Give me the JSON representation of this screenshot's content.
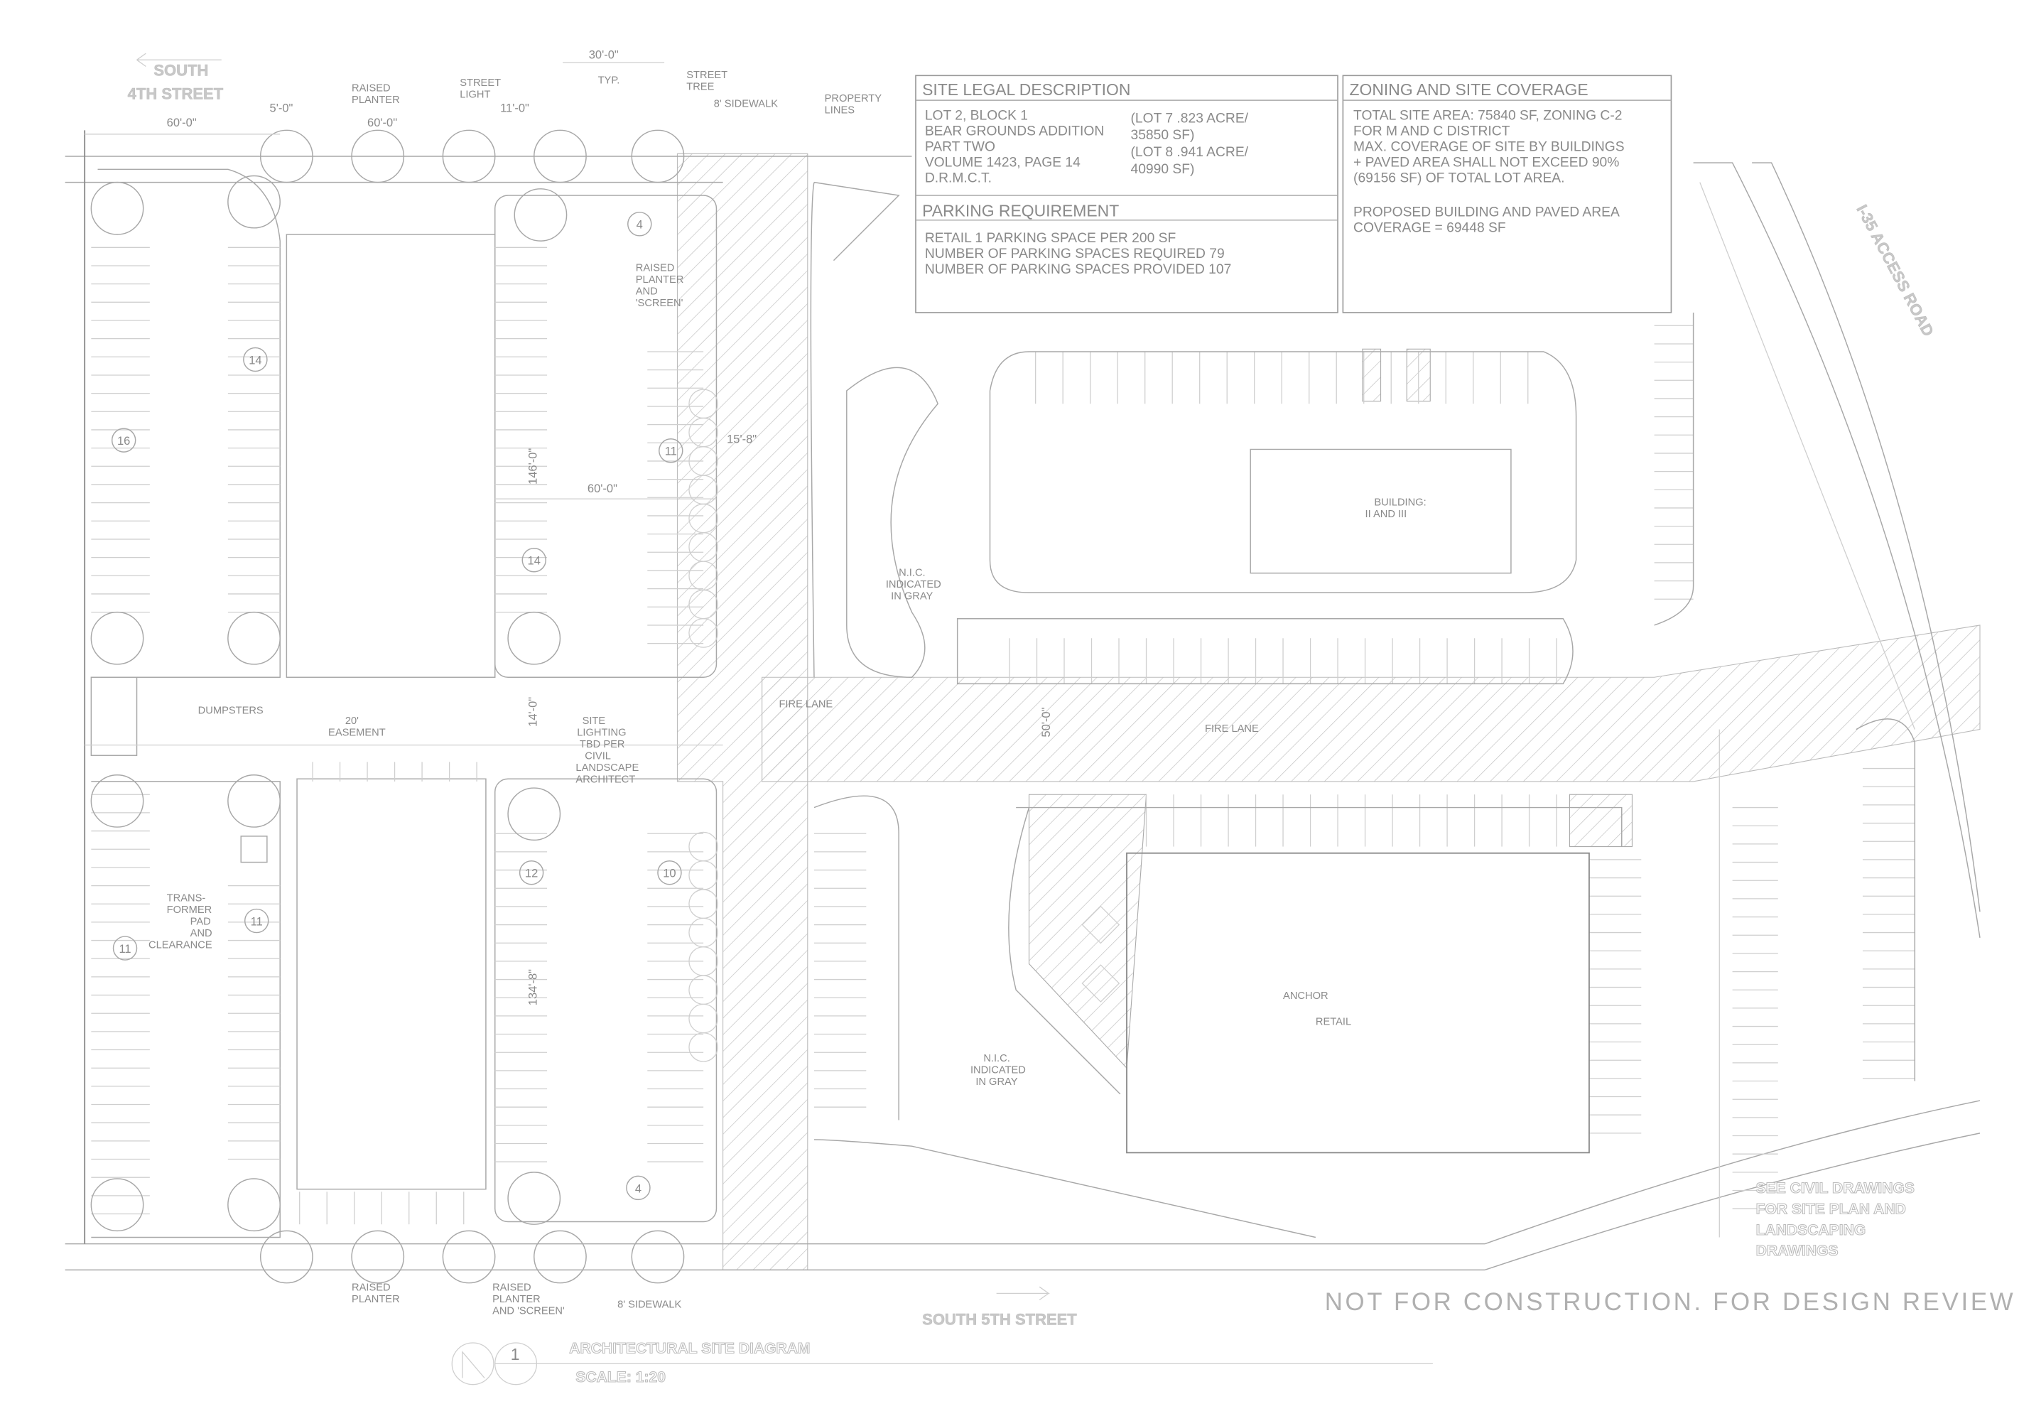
{
  "title_block": {
    "title": "ARCHITECTURAL SITE DIAGRAM",
    "scale": "SCALE: 1:20",
    "detail_number": "1"
  },
  "watermark": "NOT FOR CONSTRUCTION. FOR DESIGN REVIEW ONLY",
  "civil_note": [
    "SEE CIVIL DRAWINGS",
    "FOR SITE PLAN AND",
    "LANDSCAPING",
    "DRAWINGS"
  ],
  "streets": {
    "south_4th_line1": "SOUTH",
    "south_4th_line2": "4TH STREET",
    "south_5th": "SOUTH 5TH STREET",
    "access_road": "I-35 ACCESS ROAD"
  },
  "site_legal": {
    "heading": "SITE LEGAL DESCRIPTION",
    "left_lines": [
      "LOT 2, BLOCK 1",
      "BEAR GROUNDS ADDITION",
      "PART TWO",
      "VOLUME 1423, PAGE 14",
      "D.R.M.C.T."
    ],
    "right_lines": [
      "(LOT 7 .823 ACRE/",
      "35850 SF)",
      "(LOT 8 .941 ACRE/",
      "40990 SF)"
    ]
  },
  "parking": {
    "heading": "PARKING REQUIREMENT",
    "lines": [
      "RETAIL 1 PARKING SPACE PER 200 SF",
      "NUMBER OF PARKING SPACES REQUIRED 79",
      "NUMBER OF PARKING SPACES PROVIDED 107"
    ]
  },
  "zoning": {
    "heading": "ZONING AND SITE COVERAGE",
    "lines": [
      "TOTAL SITE AREA: 75840 SF, ZONING C-2",
      "FOR M AND C DISTRICT",
      "MAX. COVERAGE OF SITE BY BUILDINGS",
      "+ PAVED AREA SHALL NOT EXCEED 90%",
      "(69156 SF) OF TOTAL LOT AREA.",
      "",
      "PROPOSED BUILDING AND PAVED AREA",
      "COVERAGE = 69448 SF"
    ]
  },
  "callouts": {
    "raised_planter": [
      "RAISED",
      "PLANTER"
    ],
    "street_light": [
      "STREET",
      "LIGHT"
    ],
    "street_tree": [
      "STREET",
      "TREE"
    ],
    "sidewalk_top": "8' SIDEWALK",
    "property_lines": [
      "PROPERTY",
      "LINES"
    ],
    "typ": "TYP.",
    "raised_planter_screen": [
      "RAISED",
      "PLANTER",
      "AND",
      "'SCREEN'"
    ],
    "dumpsters": "DUMPSTERS",
    "easement": [
      "20'",
      "EASEMENT"
    ],
    "site_lighting": [
      "SITE",
      "LIGHTING",
      "TBD PER",
      "CIVIL",
      "LANDSCAPE",
      "ARCHITECT"
    ],
    "transformer": [
      "TRANS-",
      "FORMER",
      "PAD",
      "AND",
      "CLEARANCE"
    ],
    "fire_lane": "FIRE LANE",
    "nic_gray": [
      "N.I.C.",
      "INDICATED",
      "IN GRAY"
    ],
    "raised_planter_bottom": [
      "RAISED",
      "PLANTER"
    ],
    "raised_planter_screen_bottom": [
      "RAISED",
      "PLANTER",
      "AND 'SCREEN'"
    ],
    "sidewalk_bottom": "8' SIDEWALK",
    "building_top": [
      "BUILDING:",
      "II AND III"
    ],
    "building_bottom": [
      "ANCHOR",
      "RETAIL"
    ]
  },
  "dimensions": {
    "d30": "30'-0\"",
    "d60a": "60'-0\"",
    "d5": "5'-0\"",
    "d60b": "60'-0\"",
    "d11": "11'-0\"",
    "d60c": "60'-0\"",
    "d146": "146'-0\"",
    "d15": "15'-8\"",
    "d14": "14'-0\"",
    "d134": "134'-8\"",
    "d50": "50'-0\""
  },
  "space_counts": [
    "14",
    "16",
    "4",
    "11",
    "14",
    "12",
    "10",
    "11",
    "11",
    "4"
  ]
}
